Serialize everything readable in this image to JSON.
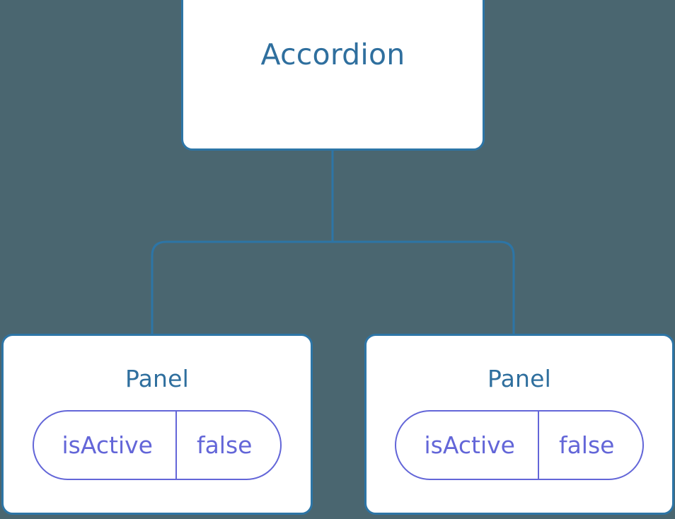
{
  "diagram": {
    "type": "component-tree",
    "background_color": "#4a6670",
    "node_border_color": "#2d75a6",
    "node_title_color": "#2f6f9e",
    "edge_color": "#2d75a6",
    "prop_color": "#6366d8",
    "root": {
      "title": "Accordion"
    },
    "children": [
      {
        "title": "Panel",
        "props": [
          {
            "key": "isActive",
            "value": "false"
          }
        ]
      },
      {
        "title": "Panel",
        "props": [
          {
            "key": "isActive",
            "value": "false"
          }
        ]
      }
    ]
  }
}
